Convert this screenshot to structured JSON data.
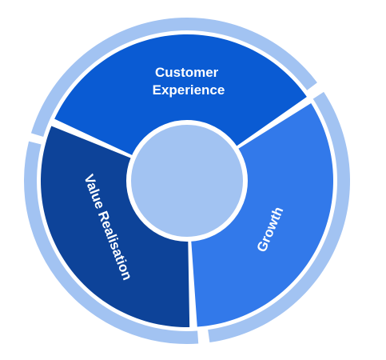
{
  "diagram": {
    "segments": [
      {
        "id": "customer-experience",
        "lines": [
          "Customer",
          "Experience"
        ],
        "color": "#0a5bd3"
      },
      {
        "id": "growth",
        "lines": [
          "Growth"
        ],
        "color": "#3279ea"
      },
      {
        "id": "value-realisation",
        "lines": [
          "Value Realisation"
        ],
        "color": "#0d4399"
      }
    ],
    "outer_ring_color": "#a2c3f2",
    "center_color": "#a2c3f2",
    "background": "#ffffff"
  }
}
